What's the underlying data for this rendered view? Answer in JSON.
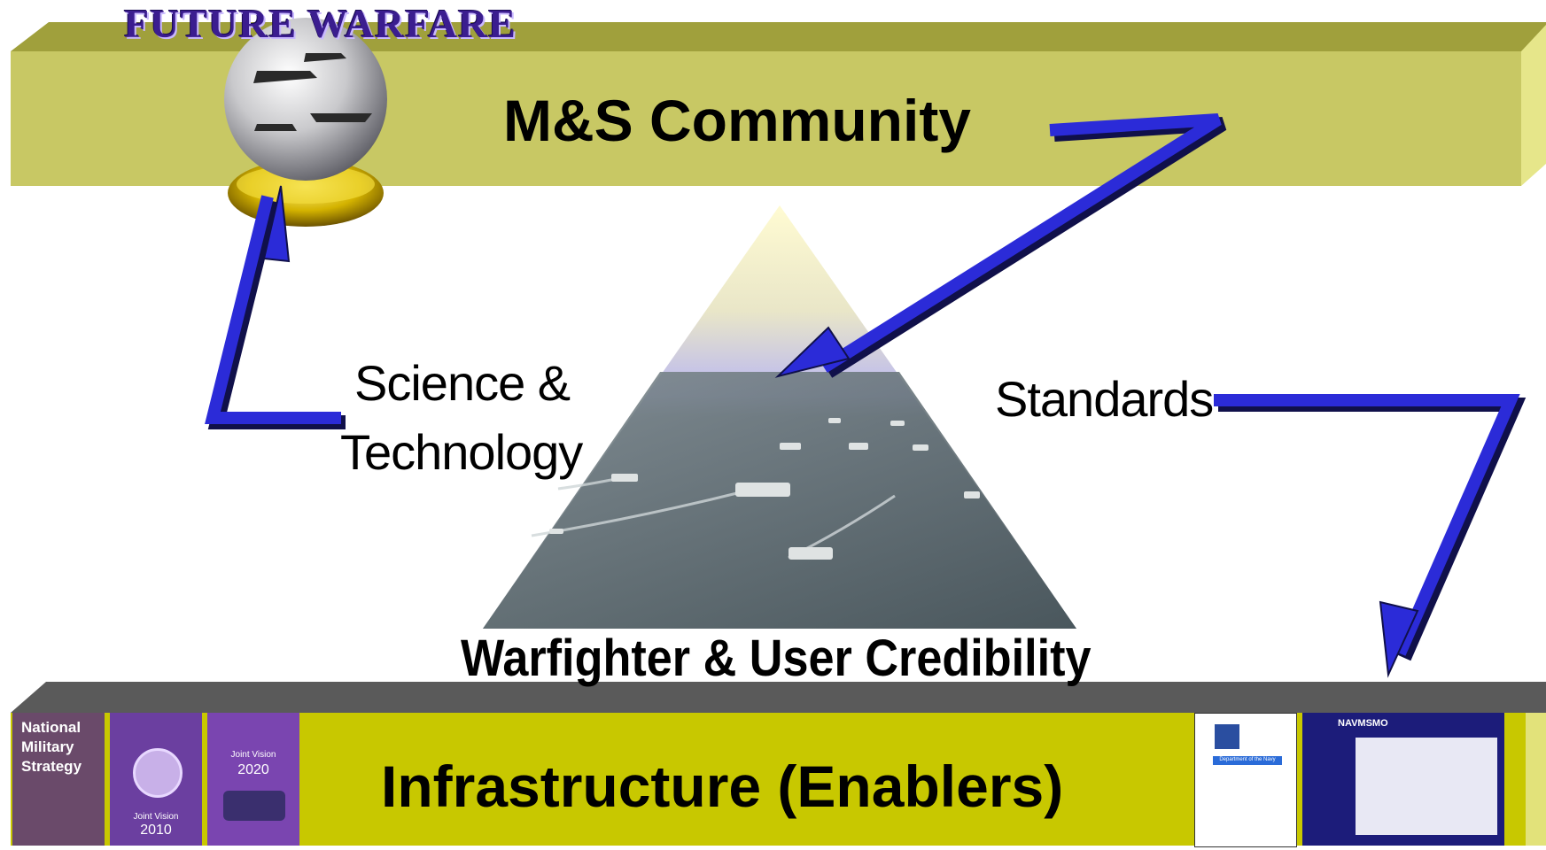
{
  "top_bar": {
    "title": "M&S Community"
  },
  "bottom_bar": {
    "title": "Infrastructure (Enablers)"
  },
  "labels": {
    "science_tech_line1": "Science &",
    "science_tech_line2": "Technology",
    "standards": "Standards",
    "credibility": "Warfighter & User Credibility"
  },
  "future_warfare": {
    "title": "FUTURE WARFARE"
  },
  "documents": {
    "national_military_strategy": "National Military Strategy",
    "joint_vision_2010": "2010",
    "joint_vision_2020": "2020",
    "joint_vision_caption": "Joint Vision",
    "dept_navy": "Department of the Navy",
    "navmso": "NAVMSMO"
  },
  "colors": {
    "bar_face": "#c8c864",
    "bar_top": "#a0a03c",
    "bottom_face": "#c8c800",
    "bottom_top": "#5a5a5a",
    "arrow": "#2b2bd8",
    "arrow_shadow": "#10104a"
  }
}
